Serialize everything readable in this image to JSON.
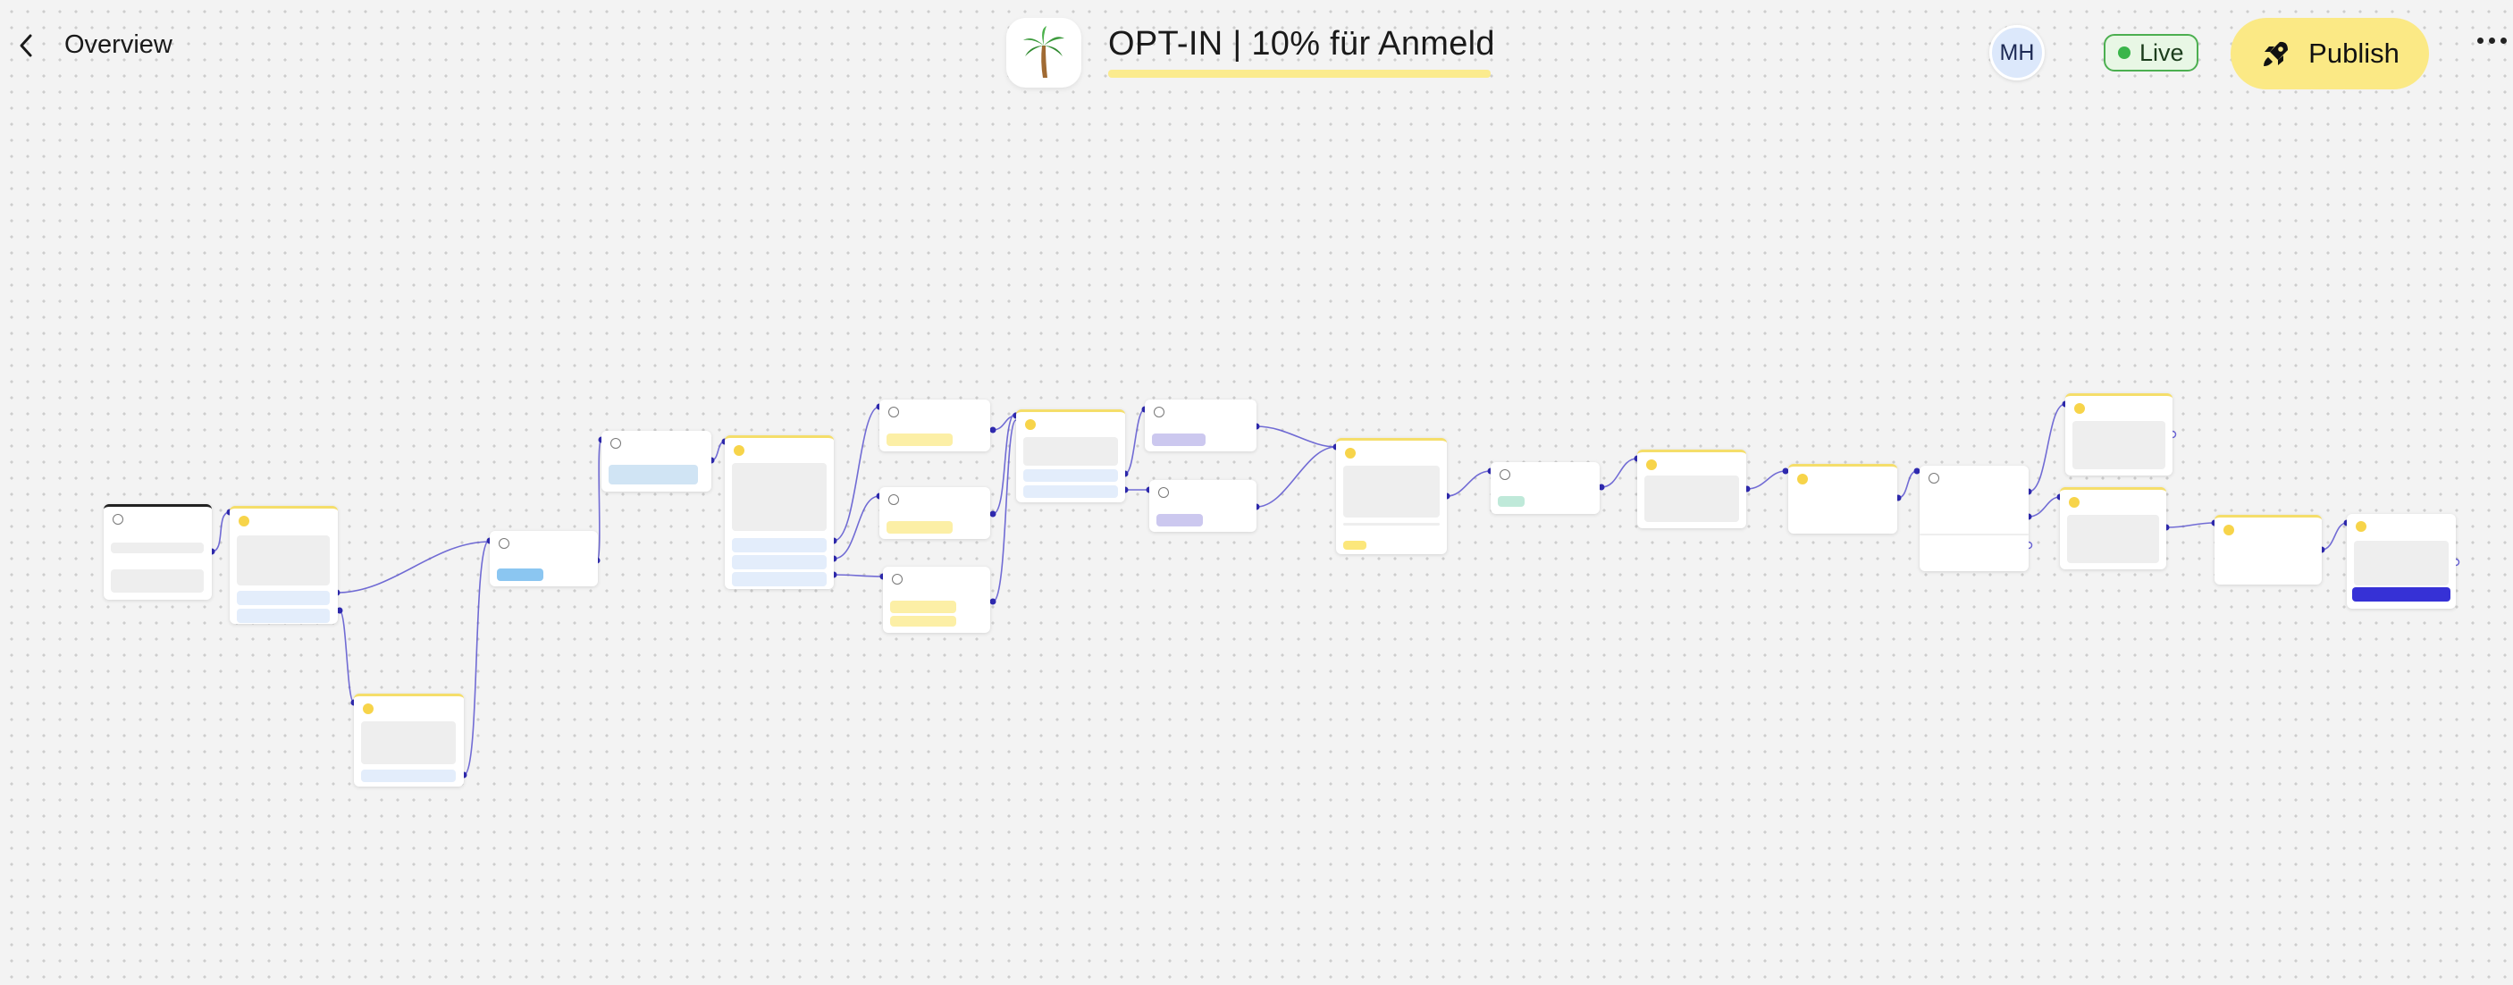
{
  "header": {
    "back_label": "Overview",
    "title": "OPT-IN | 10% für Anmeld",
    "avatar_emoji": "🌴",
    "user_initials": "MH",
    "status_label": "Live",
    "publish_label": "Publish"
  },
  "icons": {
    "back": "chevron-left-icon",
    "publish": "rocket-icon",
    "more": "more-horizontal-icon",
    "status": "green-dot"
  },
  "colors": {
    "accent_yellow": "#fbe985",
    "edge": "#3b33c9",
    "live_green": "#39b54a",
    "canvas": "#f3f3f3"
  }
}
